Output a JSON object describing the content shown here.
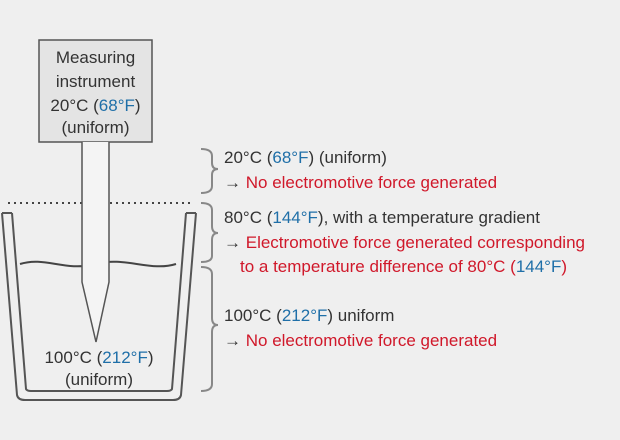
{
  "colors": {
    "text": "#333333",
    "fahrenheit": "#1f6fa8",
    "result": "#d0182a",
    "stroke": "#555555",
    "box_fill": "#e4e4e4"
  },
  "instrument": {
    "title_line1": "Measuring",
    "title_line2": "instrument",
    "temp_c": "20°C (",
    "temp_f": "68°F",
    "temp_close": ")",
    "note": "(uniform)"
  },
  "liquid": {
    "temp_c": "100°C (",
    "temp_f": "212°F",
    "temp_close": ")",
    "note": "(uniform)"
  },
  "annotations": {
    "air": {
      "temp_c": "20°C (",
      "temp_f": "68°F",
      "temp_rest": ") (uniform)",
      "result_arrow": "→",
      "result": "No electromotive force generated"
    },
    "gradient": {
      "temp_c": "80°C (",
      "temp_f": "144°F",
      "temp_rest": "), with a temperature gradient",
      "result_arrow": "→",
      "result_line1": "Electromotive force generated corresponding",
      "result_line2_a": "to a temperature difference of 80°C (",
      "result_line2_f": "144°F",
      "result_line2_b": ")"
    },
    "bath": {
      "temp_c": "100°C (",
      "temp_f": "212°F",
      "temp_rest": ") uniform",
      "result_arrow": "→",
      "result": "No electromotive force generated"
    }
  }
}
